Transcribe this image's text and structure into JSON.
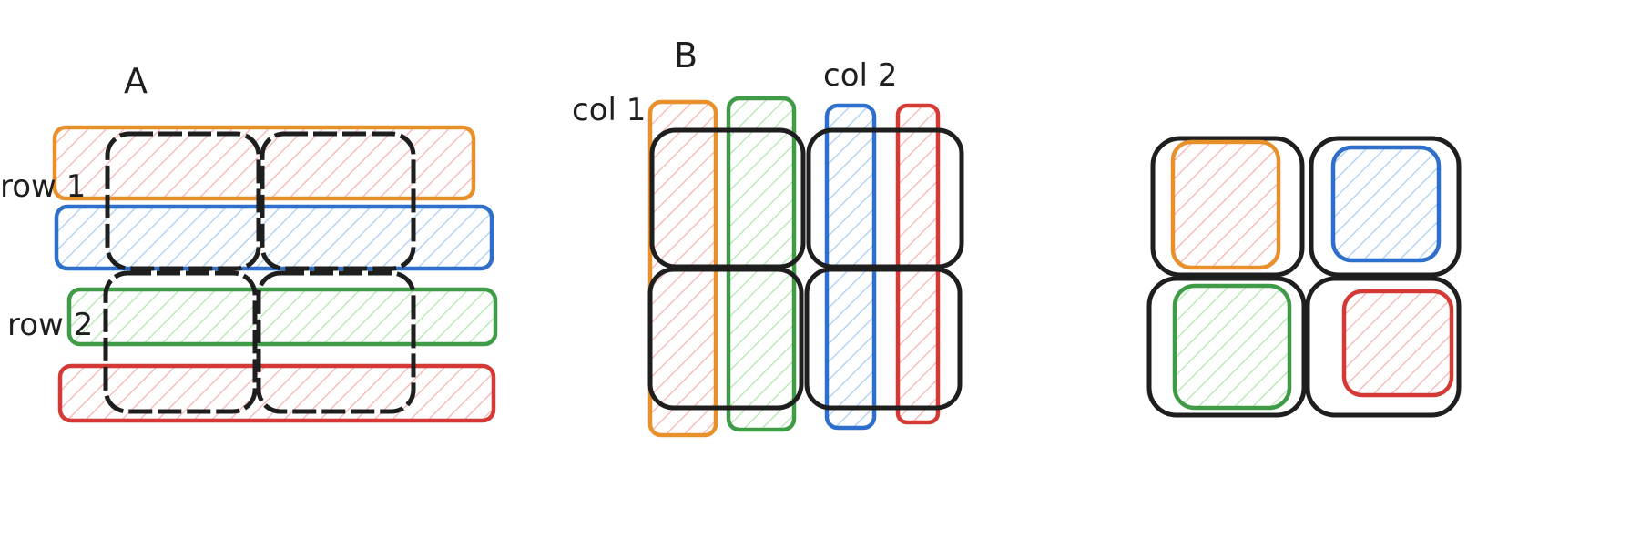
{
  "colors": {
    "orange": "#e8912c",
    "blue": "#2f6fcc",
    "green": "#3f9b45",
    "red": "#d43a35",
    "fill_red": "#f5b3b0",
    "fill_blue": "#a7cdf2",
    "fill_green": "#b2e6ad",
    "outline": "#1e1e1e"
  },
  "diagram_a": {
    "title": "A",
    "row1_label": "row 1",
    "row2_label": "row 2"
  },
  "diagram_b": {
    "title": "B",
    "col1_label": "col 1",
    "col2_label": "col 2"
  }
}
